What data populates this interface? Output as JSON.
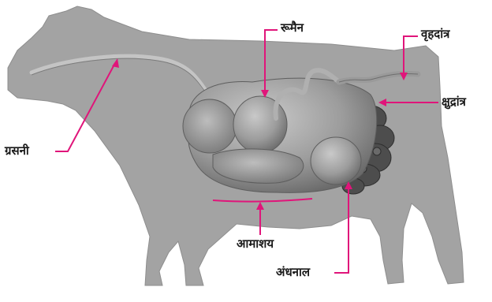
{
  "labels": {
    "rumen": "रूमैन",
    "large_intestine": "वृहदांत्र",
    "small_intestine": "क्षुद्रांत्र",
    "esophagus": "ग्रसनी",
    "stomach": "आमाशय",
    "caecum": "अंधनाल"
  },
  "colors": {
    "pointer": "#e0157a",
    "body": "#a3a3a3",
    "organs": "#9a9a9a",
    "organ_shadow": "#6e6e6e",
    "intestine_coil": "#4d4d4d"
  }
}
